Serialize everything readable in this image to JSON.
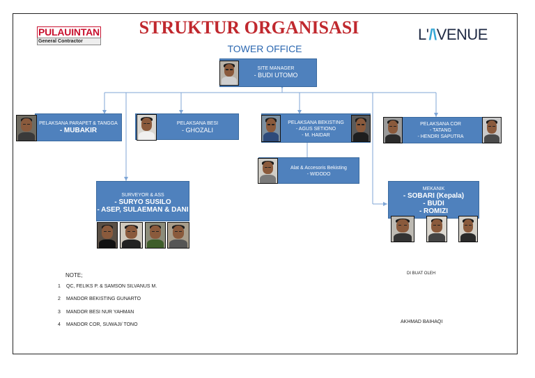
{
  "header": {
    "company_top": "PULAUINTAN",
    "company_bottom": "General Contractor",
    "title": "STRUKTUR ORGANISASI",
    "brand_prefix": "L'",
    "brand_mark": "/\\",
    "brand_suffix": "VENUE",
    "subtitle": "TOWER OFFICE"
  },
  "colors": {
    "box": "#4f81bd",
    "line": "#7fa6d6",
    "title": "#c0282e",
    "subtitle": "#2b67b0"
  },
  "nodes": {
    "site_manager": {
      "role": "SITE MANAGER",
      "names": [
        "- BUDI UTOMO"
      ]
    },
    "parapet": {
      "role": "PELAKSANA PARAPET & TANGGA",
      "names": [
        "- MUBAKIR"
      ]
    },
    "besi": {
      "role": "PELAKSANA BESI",
      "names": [
        "- GHOZALI"
      ]
    },
    "bekisting": {
      "role": "PELAKSANA BEKISTING",
      "names": [
        "- AGUS SETIONO",
        "- M. HAIDAR"
      ]
    },
    "cor": {
      "role": "PELAKSANA COR",
      "names": [
        "- TATANG",
        "- HENDRI SAPUTRA"
      ]
    },
    "alat": {
      "role": "Alat & Accesoris Bekisting",
      "names": [
        "- WIDODO"
      ]
    },
    "surveyor": {
      "role": "SURVEYOR & ASS",
      "names": [
        "- SURYO SUSILO",
        "- ASEP, SULAEMAN & DANI"
      ]
    },
    "mekanik": {
      "role": "MEKANIK",
      "names": [
        "- SOBARI (Kepala)",
        "- BUDI",
        "- ROMIZI"
      ]
    }
  },
  "notes": {
    "title": "NOTE;",
    "items": [
      {
        "num": "1",
        "text": "QC, FELIKS P. & SAMSON SILVANUS M."
      },
      {
        "num": "2",
        "text": "MANDOR BEKISTING GUNARTO"
      },
      {
        "num": "3",
        "text": "MANDOR BESI NUR YAHMAN"
      },
      {
        "num": "4",
        "text": "MANDOR COR, SUWAJI/ TONO"
      }
    ]
  },
  "signature": {
    "made_by": "DI BUAT OLEH",
    "name": "AKHMAD BAIHAQI"
  }
}
